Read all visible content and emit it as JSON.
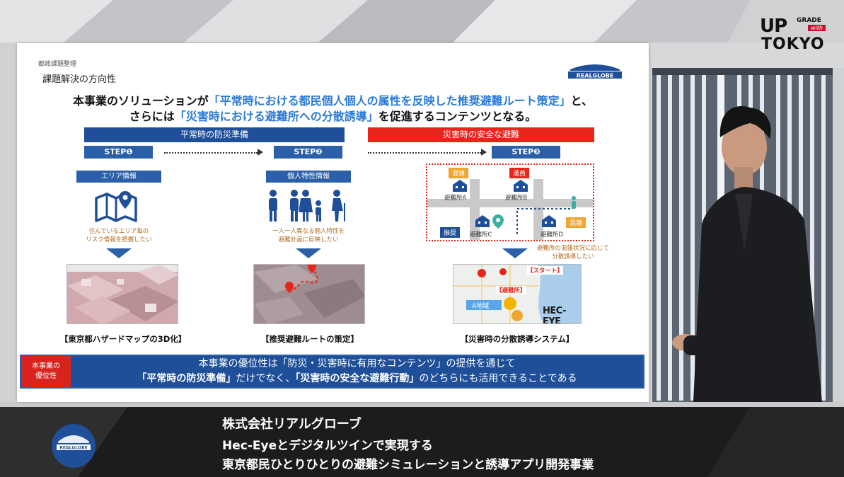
{
  "event_logo": {
    "up": "UP",
    "grade": "GRADE",
    "with": "with",
    "tokyo": "TOKYO"
  },
  "slide": {
    "breadcrumb": "都政課題整理",
    "title": "課題解決の方向性",
    "company_logo_text": "REALGLOBE",
    "lead": {
      "line1_pre": "本事業のソリューションが",
      "line1_hl": "「平常時における都民個人個人の属性を反映した推奨避難ルート策定」",
      "line1_post": "と、",
      "line2_pre": "さらには",
      "line2_hl": "「災害時における避難所への分散誘導」",
      "line2_post": "を促進するコンテンツとなる。"
    },
    "phase_normal": "平常時の防災準備",
    "phase_disaster": "災害時の安全な避難",
    "steps": [
      {
        "label": "STEP❶",
        "tag": "エリア情報",
        "note": "住んでいるエリア毎の\nリスク情報を把握したい",
        "caption": "【東京都ハザードマップの3D化】"
      },
      {
        "label": "STEP❷",
        "tag": "個人特性情報",
        "note": "一人一人異なる個人特性を\n避難計画に反映したい",
        "caption": "【推奨避難ルートの策定】"
      },
      {
        "label": "STEP❸",
        "tag": "",
        "note": "避難所の混雑状況に応じて\n分散誘導したい",
        "caption": "【災害時の分散誘導システム】"
      }
    ],
    "step3_diagram": {
      "badges": {
        "crowded1": "混雑",
        "full": "満員",
        "recommended": "推奨",
        "crowded2": "混雑"
      },
      "shelters": {
        "a": "避難所A",
        "b": "避難所B",
        "c": "避難所C",
        "d": "避難所D"
      }
    },
    "map3": {
      "start": "【スタート】",
      "shelter": "【避難所】",
      "area": "A地域",
      "brand": "HEC-EYE"
    },
    "advantage": {
      "label": "本事業の\n優位性",
      "line1": "本事業の優位性は「防災・災害時に有用なコンテンツ」の提供を通じて",
      "line2_a": "「平常時の防災準備」",
      "line2_b": "だけでなく、",
      "line2_c": "「災害時の安全な避難行動」",
      "line2_d": "のどちらにも活用できることである"
    }
  },
  "lower_third": {
    "logo_text": "REALGLOBE",
    "company": "株式会社リアルグローブ",
    "line2": "Hec-Eyeとデジタルツインで実現する",
    "line3": "東京都民ひとりひとりの避難シミュレーションと誘導アプリ開発事業"
  },
  "colors": {
    "accent_blue": "#2b5fa8",
    "accent_red": "#d9231c",
    "highlight_blue": "#2a7ad6"
  }
}
